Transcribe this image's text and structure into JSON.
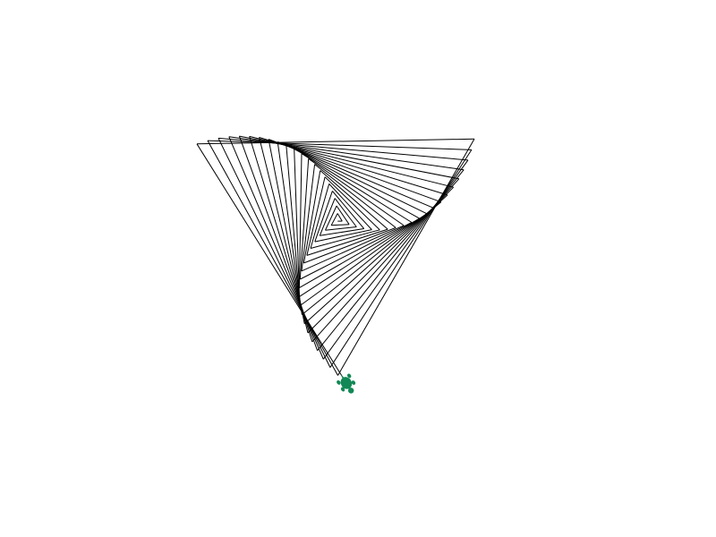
{
  "canvas": {
    "background": "#ffffff"
  },
  "turtle_path": {
    "stroke_color": "#000000",
    "turn_angle_deg": 121,
    "step_increment": 5,
    "segment_count": 63
  },
  "turtle_cursor": {
    "icon": "turtle-icon",
    "color": "#118855"
  }
}
